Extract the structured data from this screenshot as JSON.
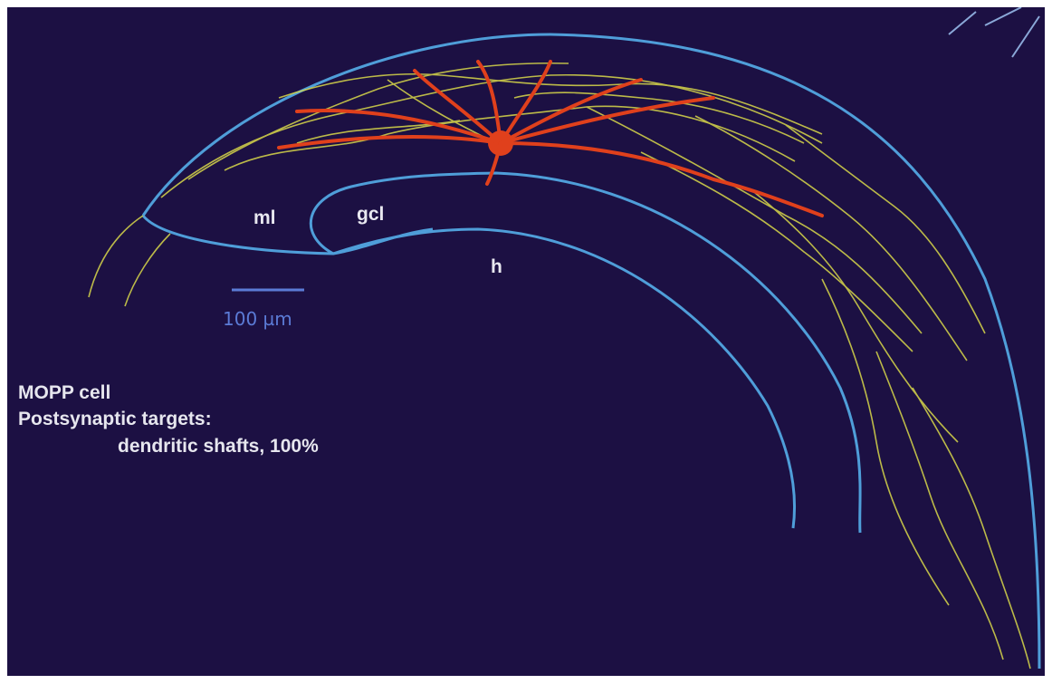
{
  "figure": {
    "layer_labels": {
      "ml": "ml",
      "gcl": "gcl",
      "h": "h"
    },
    "scale_bar": {
      "label": "100 µm"
    },
    "caption": {
      "line1": "MOPP cell",
      "line2": "Postsynaptic targets:",
      "line3": "dendritic shafts, 100%"
    }
  },
  "colors": {
    "background": "#1c1043",
    "layer_outline": "#4f9ed9",
    "axon": "#d8d84a",
    "dendrite": "#e0401c",
    "scale_bar": "#5b7bd6",
    "text": "#e6e6ee"
  }
}
